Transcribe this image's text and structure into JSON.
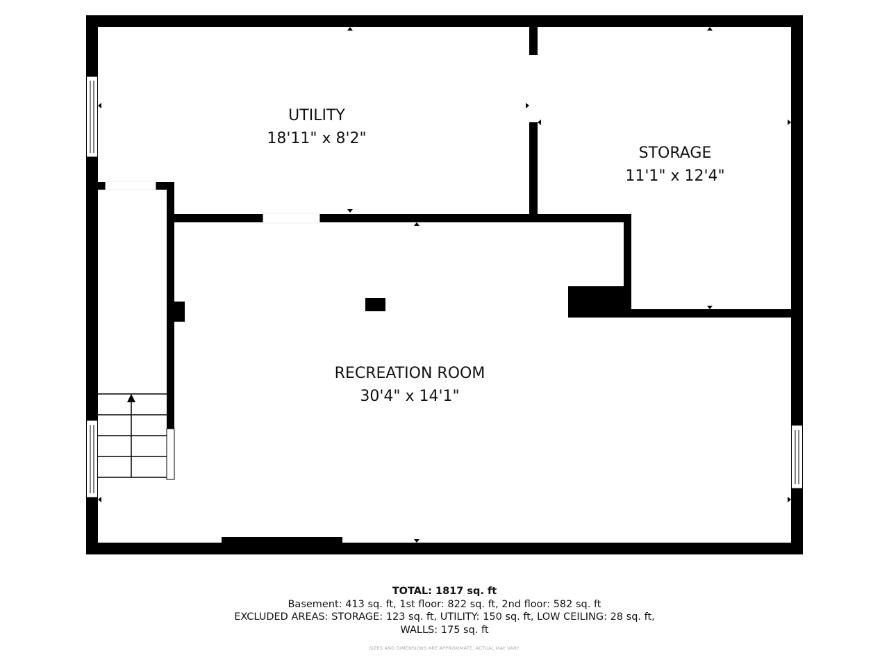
{
  "rooms": {
    "utility": {
      "name": "UTILITY",
      "dims": "18'11\" x 8'2\""
    },
    "storage": {
      "name": "STORAGE",
      "dims": "11'1\" x 12'4\""
    },
    "recreation": {
      "name": "RECREATION ROOM",
      "dims": "30'4\" x 14'1\""
    }
  },
  "footer": {
    "total": "TOTAL: 1817 sq. ft",
    "floors": "Basement: 413 sq. ft, 1st floor: 822 sq. ft, 2nd floor: 582 sq. ft",
    "excluded": "EXCLUDED AREAS: STORAGE: 123 sq. ft, UTILITY: 150 sq. ft, LOW CEILING: 28 sq. ft,",
    "walls": "WALLS: 175 sq. ft",
    "disclaimer": "SIZES AND DIMENSIONS ARE APPROXIMATE, ACTUAL MAY VARY."
  },
  "colors": {
    "wall": "#000000",
    "background": "#ffffff"
  }
}
